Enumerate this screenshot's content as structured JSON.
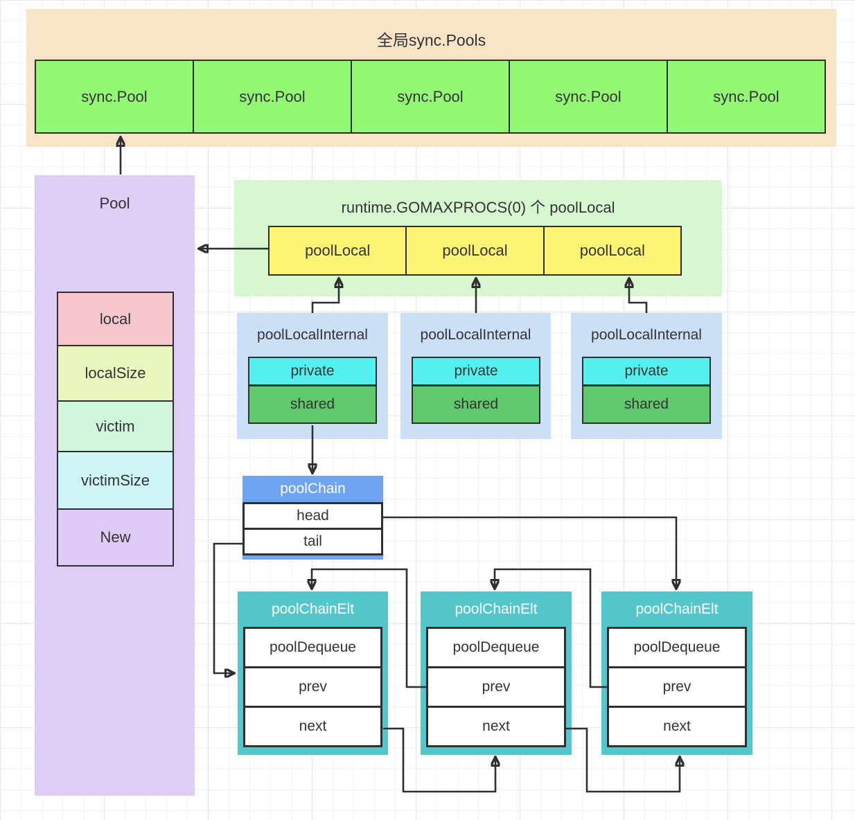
{
  "colors": {
    "grid_line": "#f2f2f2",
    "global_pools_bg": "#F9E4C8",
    "sync_pool_bg": "#93F873",
    "pool_bg": "#DECDF5",
    "field_local_bg": "#F5C6CD",
    "field_localSize_bg": "#E9F7BE",
    "field_victim_bg": "#D2F5DE",
    "field_victimSize_bg": "#CEF5F8",
    "field_New_bg": "#DFCBF8",
    "pool_local_group_bg": "#D7F7D0",
    "pool_local_bg": "#FCF472",
    "pool_local_internal_bg": "#CBE0F7",
    "private_bg": "#54F0F0",
    "shared_bg": "#5FC96B",
    "pool_chain_header_bg": "#6EA4F1",
    "pool_chain_elt_bg": "#53C7CB",
    "connector": "#2f2f2f"
  },
  "global_pools": {
    "title": "全局sync.Pools",
    "cells": [
      "sync.Pool",
      "sync.Pool",
      "sync.Pool",
      "sync.Pool",
      "sync.Pool"
    ]
  },
  "pool": {
    "title": "Pool",
    "fields": [
      "local",
      "localSize",
      "victim",
      "victimSize",
      "New"
    ]
  },
  "pool_local_group": {
    "title": "runtime.GOMAXPROCS(0) 个 poolLocal",
    "cells": [
      "poolLocal",
      "poolLocal",
      "poolLocal"
    ]
  },
  "pool_local_internals": [
    {
      "title": "poolLocalInternal",
      "rows": [
        "private",
        "shared"
      ]
    },
    {
      "title": "poolLocalInternal",
      "rows": [
        "private",
        "shared"
      ]
    },
    {
      "title": "poolLocalInternal",
      "rows": [
        "private",
        "shared"
      ]
    }
  ],
  "pool_chain": {
    "title": "poolChain",
    "rows": [
      "head",
      "tail"
    ]
  },
  "pool_chain_elts": [
    {
      "title": "poolChainElt",
      "rows": [
        "poolDequeue",
        "prev",
        "next"
      ]
    },
    {
      "title": "poolChainElt",
      "rows": [
        "poolDequeue",
        "prev",
        "next"
      ]
    },
    {
      "title": "poolChainElt",
      "rows": [
        "poolDequeue",
        "prev",
        "next"
      ]
    }
  ]
}
